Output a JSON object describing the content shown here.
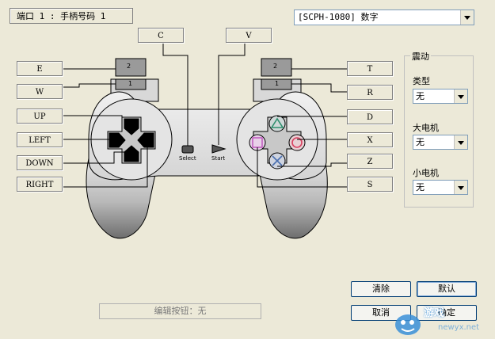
{
  "port_label": "端口 1 : 手柄号码 1",
  "model_select": "[SCPH-1080] 数字",
  "left_keys": [
    "E",
    "W",
    "UP",
    "LEFT",
    "DOWN",
    "RIGHT"
  ],
  "right_keys": [
    "T",
    "R",
    "D",
    "X",
    "Z",
    "S"
  ],
  "top_keys": {
    "select": "C",
    "start": "V"
  },
  "controller": {
    "select_label": "Select",
    "start_label": "Start",
    "l2": "2",
    "l1": "1",
    "r2": "2",
    "r1": "1"
  },
  "vibration": {
    "title": "震动",
    "type_label": "类型",
    "type_value": "无",
    "big_motor_label": "大电机",
    "big_motor_value": "无",
    "small_motor_label": "小电机",
    "small_motor_value": "无"
  },
  "buttons": {
    "clear": "清除",
    "default": "默认",
    "cancel": "取消",
    "ok": "确定"
  },
  "status_text": "编辑按钮：无",
  "watermark": {
    "brand": "游戏",
    "url": "newyx.net"
  },
  "colors": {
    "bg": "#ece9d8",
    "triangle": "#2f8f6f",
    "circle": "#d84060",
    "cross": "#4a6fb0",
    "square": "#c060c0"
  }
}
